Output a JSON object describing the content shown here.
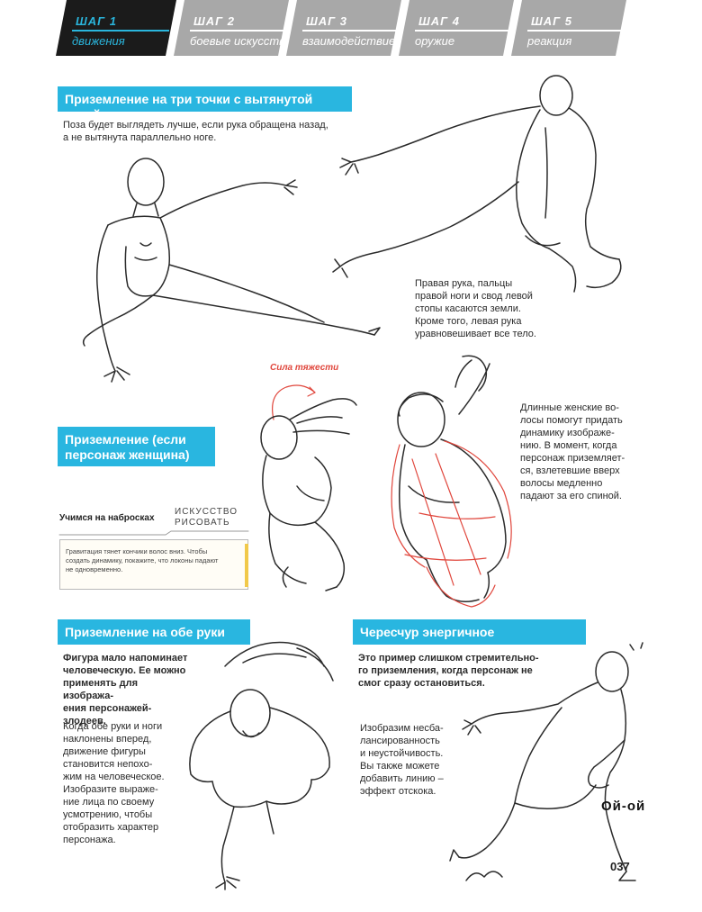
{
  "steps": [
    {
      "step": "ШАГ 1",
      "name": "движения",
      "active": true
    },
    {
      "step": "ШАГ 2",
      "name": "боевые искусства",
      "active": false
    },
    {
      "step": "ШАГ 3",
      "name": "взаимодействие",
      "active": false
    },
    {
      "step": "ШАГ 4",
      "name": "оружие",
      "active": false
    },
    {
      "step": "ШАГ 5",
      "name": "реакция",
      "active": false
    }
  ],
  "colors": {
    "accent": "#29b6e0",
    "tab_dark": "#1b1b1b",
    "tab_gray": "#a8a8a8",
    "red_sketch": "#e0463c"
  },
  "section1": {
    "title": "Приземление на три точки с вытянутой ногой",
    "text": [
      "Поза будет выглядеть лучше, если рука обращена назад,",
      "а не вытянута параллельно ноге."
    ],
    "note": [
      "Правая рука, пальцы",
      "правой ноги и свод левой",
      "стопы касаются земли.",
      "Кроме того, левая рука",
      "уравновешивает все тело."
    ]
  },
  "section2": {
    "title": [
      "Приземление (если",
      "персонаж женщина)"
    ],
    "gravity_label": "Сила тяжести",
    "note": [
      "Длинные женские во-",
      "лосы помогут придать",
      "динамику изображе-",
      "нию. В момент, когда",
      "персонаж приземляет-",
      "ся, взлетевшие вверх",
      "волосы медленно",
      "падают за его спиной."
    ],
    "sketch_label_left": "Учимся на набросках",
    "sketch_label_right": [
      "ИСКУССТВО",
      "РИСОВАТЬ"
    ],
    "sketch_text": [
      "Гравитация тянет кончики волос вниз. Чтобы",
      "создать динамику, покажите, что локоны падают",
      "не одновременно."
    ]
  },
  "section3": {
    "title": "Приземление на обе руки",
    "bold_text": [
      "Фигура мало напоминает",
      "человеческую. Ее можно",
      "применять для изобража-",
      "ения персонажей-злодеев."
    ],
    "text": [
      "Когда обе руки и ноги",
      "наклонены вперед,",
      "движение фигуры",
      "становится непохо-",
      "жим на человеческое.",
      "Изобразите выраже-",
      "ние лица по своему",
      "усмотрению, чтобы",
      "отобразить характер",
      "персонажа."
    ]
  },
  "section4": {
    "title": "Чересчур энергичное приземление",
    "bold_text": [
      "Это пример слишком стремительно-",
      "го приземления, когда персонаж не",
      "смог сразу остановиться."
    ],
    "text": [
      "Изобразим несба-",
      "лансированность",
      "и неустойчивость.",
      "Вы также можете",
      "добавить линию –",
      "эффект отскока."
    ],
    "exclamation": "Ой-ой"
  },
  "page_number": "037"
}
